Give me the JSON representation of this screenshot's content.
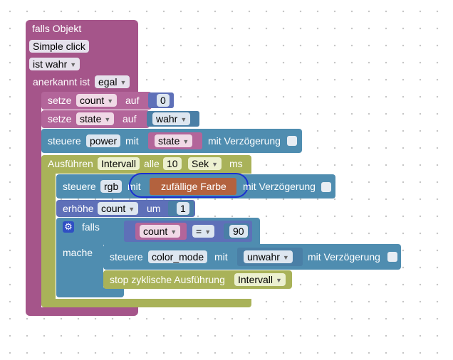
{
  "event_block": {
    "header": "falls Objekt",
    "object": "Simple click",
    "condition": "ist wahr",
    "ack_label": "anerkannt ist",
    "ack_value": "egal"
  },
  "set_count": {
    "keyword": "setze",
    "variable": "count",
    "on_label": "auf",
    "value": "0"
  },
  "set_state": {
    "keyword": "setze",
    "variable": "state",
    "on_label": "auf",
    "value": "wahr"
  },
  "control_power": {
    "keyword": "steuere",
    "target": "power",
    "with_label": "mit",
    "value": "state",
    "delay_label": "mit Verzögerung"
  },
  "interval": {
    "keyword": "Ausführen",
    "name": "Intervall",
    "every_label": "alle",
    "amount": "10",
    "unit": "Sek",
    "suffix": "ms"
  },
  "control_rgb": {
    "keyword": "steuere",
    "target": "rgb",
    "with_label": "mit",
    "value": "zufällige Farbe",
    "delay_label": "mit Verzögerung"
  },
  "increment": {
    "keyword": "erhöhe",
    "variable": "count",
    "by_label": "um",
    "value": "1"
  },
  "if_block": {
    "if_label": "falls",
    "do_label": "mache",
    "variable": "count",
    "operator": "=",
    "value": "90"
  },
  "control_color_mode": {
    "keyword": "steuere",
    "target": "color_mode",
    "with_label": "mit",
    "value": "unwahr",
    "delay_label": "mit Verzögerung"
  },
  "stop_block": {
    "label": "stop zyklische Ausführung",
    "name": "Intervall"
  },
  "colors": {
    "event": "#a5558a",
    "variables": "#b3659a",
    "control": "#4f8db0",
    "interval": "#a9b259",
    "math": "#5e70b8",
    "color": "#b3623e",
    "highlight": "#1a2fd1"
  },
  "icons": {
    "settings": "gear-icon",
    "dropdown": "chevron-down-icon"
  }
}
